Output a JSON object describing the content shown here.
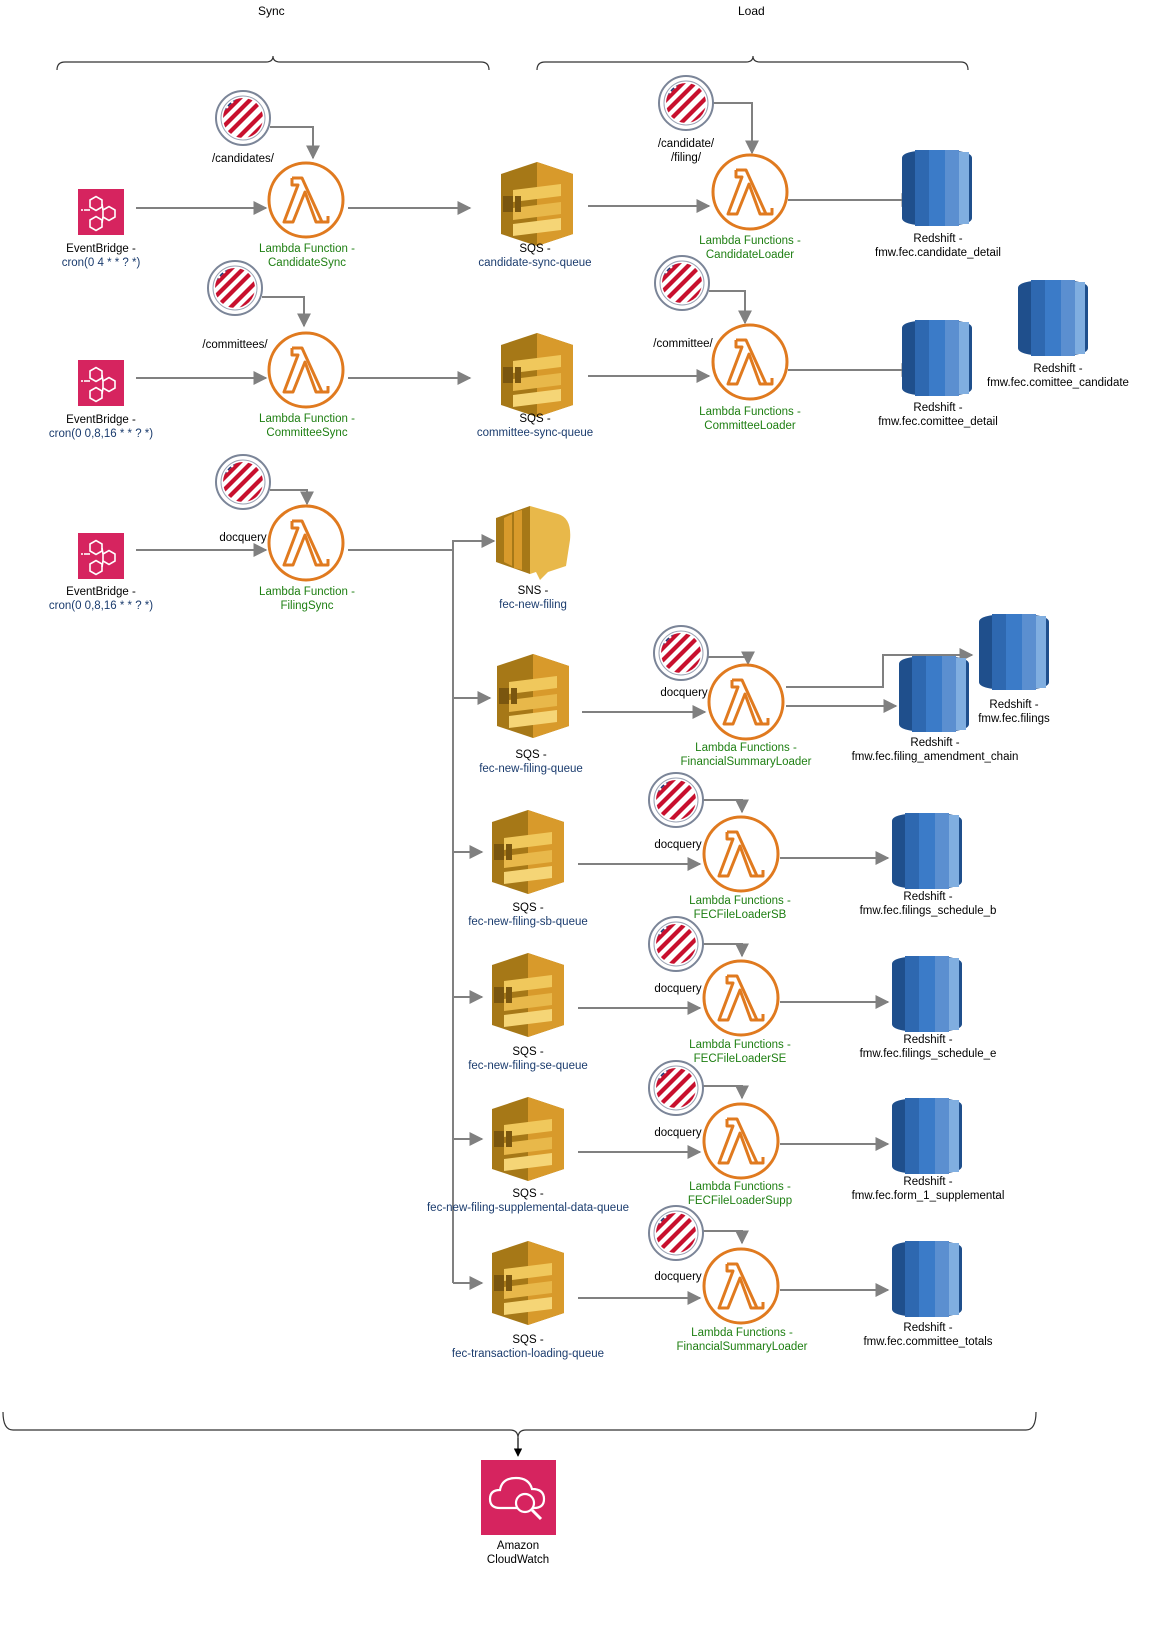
{
  "sections": {
    "sync": "Sync",
    "load": "Load"
  },
  "colors": {
    "lambda": "#e07a1f",
    "sqs_light": "#e8b84a",
    "sqs_dark": "#a67817",
    "redshift_light": "#5b8fd0",
    "redshift_dark": "#1f4f8c",
    "eventbridge": "#d6245f",
    "cloudwatch": "#d6245f",
    "function_text": "#1e7f12",
    "resource_text": "#1b3c6e",
    "wire": "#808080"
  },
  "rows": {
    "candidate": {
      "trigger": {
        "title": "EventBridge -",
        "detail": "cron(0 4 * * ? *)"
      },
      "sync_api": "/candidates/",
      "sync_fn": {
        "title": "Lambda Function -",
        "name": "CandidateSync"
      },
      "queue": {
        "title": "SQS -",
        "name": "candidate-sync-queue"
      },
      "load_api_1": "/candidate/",
      "load_api_2": "/filing/",
      "load_fn": {
        "title": "Lambda Functions -",
        "name": "CandidateLoader"
      },
      "table": {
        "title": "Redshift -",
        "name": "fmw.fec.candidate_detail"
      }
    },
    "committee": {
      "trigger": {
        "title": "EventBridge -",
        "detail": "cron(0 0,8,16 * * ? *)"
      },
      "sync_api": "/committees/",
      "sync_fn": {
        "title": "Lambda Function -",
        "name": "CommitteeSync"
      },
      "queue": {
        "title": "SQS -",
        "name": "committee-sync-queue"
      },
      "load_api": "/committee/",
      "load_fn": {
        "title": "Lambda Functions -",
        "name": "CommitteeLoader"
      },
      "table": {
        "title": "Redshift -",
        "name": "fmw.fec.comittee_detail"
      },
      "table_extra": {
        "title": "Redshift -",
        "name": "fmw.fec.comittee_candidate"
      }
    },
    "filing": {
      "trigger": {
        "title": "EventBridge -",
        "detail": "cron(0 0,8,16 * * ? *)"
      },
      "sync_api": "docquery",
      "sync_fn": {
        "title": "Lambda Function -",
        "name": "FilingSync"
      },
      "topic": {
        "title": "SNS -",
        "name": "fec-new-filing"
      }
    }
  },
  "fanout": [
    {
      "queue": {
        "title": "SQS -",
        "name": "fec-new-filing-queue"
      },
      "api": "docquery",
      "fn": {
        "title": "Lambda Functions -",
        "name": "FinancialSummaryLoader"
      },
      "tables": [
        {
          "title": "Redshift -",
          "name": "fmw.fec.filings"
        },
        {
          "title": "Redshift -",
          "name": "fmw.fec.filing_amendment_chain"
        }
      ]
    },
    {
      "queue": {
        "title": "SQS -",
        "name": "fec-new-filing-sb-queue"
      },
      "api": "docquery",
      "fn": {
        "title": "Lambda Functions -",
        "name": "FECFileLoaderSB"
      },
      "tables": [
        {
          "title": "Redshift -",
          "name": "fmw.fec.filings_schedule_b"
        }
      ]
    },
    {
      "queue": {
        "title": "SQS -",
        "name": "fec-new-filing-se-queue"
      },
      "api": "docquery",
      "fn": {
        "title": "Lambda Functions -",
        "name": "FECFileLoaderSE"
      },
      "tables": [
        {
          "title": "Redshift -",
          "name": "fmw.fec.filings_schedule_e"
        }
      ]
    },
    {
      "queue": {
        "title": "SQS -",
        "name": "fec-new-filing-supplemental-data-queue"
      },
      "api": "docquery",
      "fn": {
        "title": "Lambda Functions -",
        "name": "FECFileLoaderSupp"
      },
      "tables": [
        {
          "title": "Redshift -",
          "name": "fmw.fec.form_1_supplemental"
        }
      ]
    },
    {
      "queue": {
        "title": "SQS -",
        "name": "fec-transaction-loading-queue"
      },
      "api": "docquery",
      "fn": {
        "title": "Lambda Functions -",
        "name": "FinancialSummaryLoader"
      },
      "tables": [
        {
          "title": "Redshift -",
          "name": "fmw.fec.committee_totals"
        }
      ]
    }
  ],
  "monitoring": {
    "line1": "Amazon",
    "line2": "CloudWatch"
  },
  "icons": {
    "trigger": "eventbridge-icon",
    "function": "lambda-icon",
    "queue": "sqs-icon",
    "topic": "sns-icon",
    "table": "redshift-icon",
    "api": "fec-seal-icon",
    "monitoring": "cloudwatch-icon"
  }
}
